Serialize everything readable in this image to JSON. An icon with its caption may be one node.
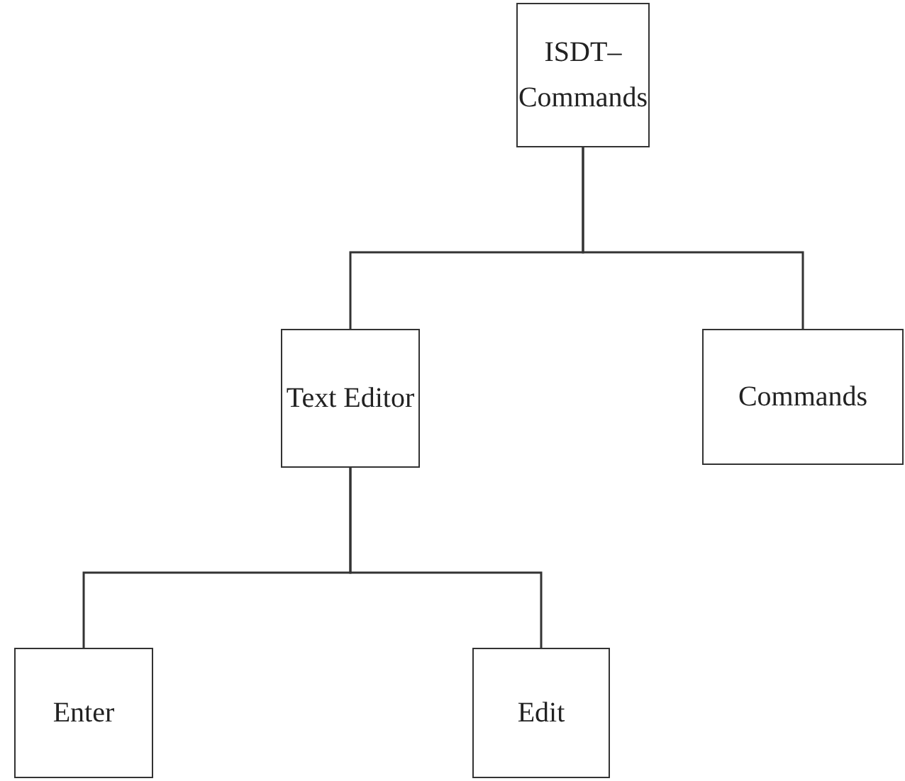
{
  "diagram": {
    "nodes": [
      {
        "text": [
          "ISDT– Commands"
        ]
      },
      {
        "text": [
          "Text Editor"
        ]
      },
      {
        "text": [
          "Commands"
        ]
      },
      {
        "text": [
          "Enter"
        ]
      },
      {
        "text": [
          "Edit"
        ]
      }
    ],
    "edges": [
      {
        "from": 0,
        "to": 1,
        "arrow": "none"
      },
      {
        "from": 0,
        "to": 2,
        "arrow": "none"
      },
      {
        "from": 1,
        "to": 3,
        "arrow": "none"
      },
      {
        "from": 1,
        "to": 4,
        "arrow": "none"
      }
    ]
  }
}
